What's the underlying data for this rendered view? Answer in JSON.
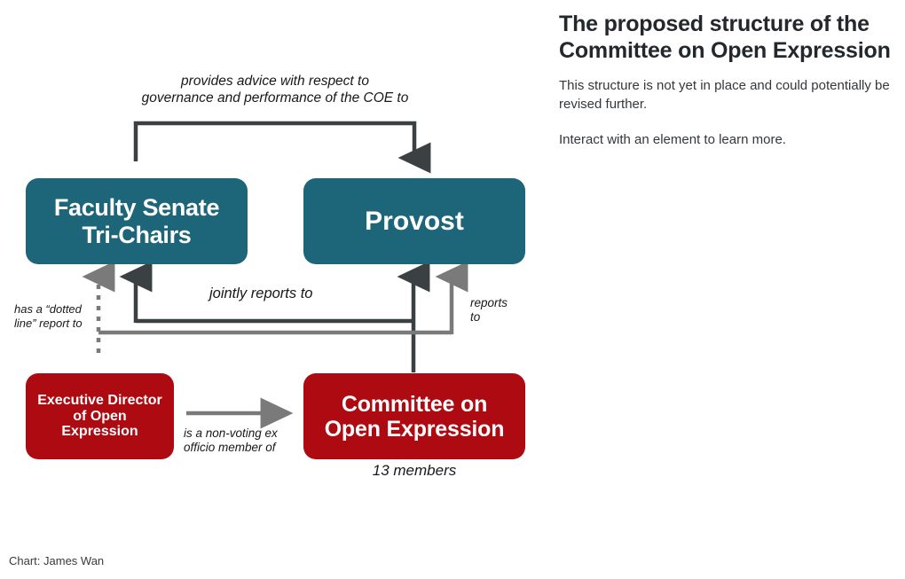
{
  "diagram": {
    "nodes": {
      "faculty_senate": "Faculty Senate\nTri-Chairs",
      "provost": "Provost",
      "executive_director": "Executive Director\nof Open\nExpression",
      "committee": "Committee on\nOpen Expression"
    },
    "labels": {
      "advice": "provides advice with respect to\ngovernance and performance of the COE to",
      "jointly_reports_to": "jointly reports to",
      "dotted_line_report": "has a “dotted\nline” report to",
      "reports_to": "reports\nto",
      "ex_officio": "is a non-voting ex\nofficio member of",
      "members_count": "13 members"
    },
    "colors": {
      "teal": "#1d6578",
      "red": "#ae0a12",
      "dark_connector": "#3b4043",
      "gray_connector": "#7a7a7a"
    },
    "credit": "Chart: James Wan"
  },
  "info": {
    "title": "The proposed structure of the Committee on Open Expression",
    "paragraph_1": "This structure is not yet in place and could potentially be revised further.",
    "paragraph_2": "Interact with an element to learn more."
  }
}
